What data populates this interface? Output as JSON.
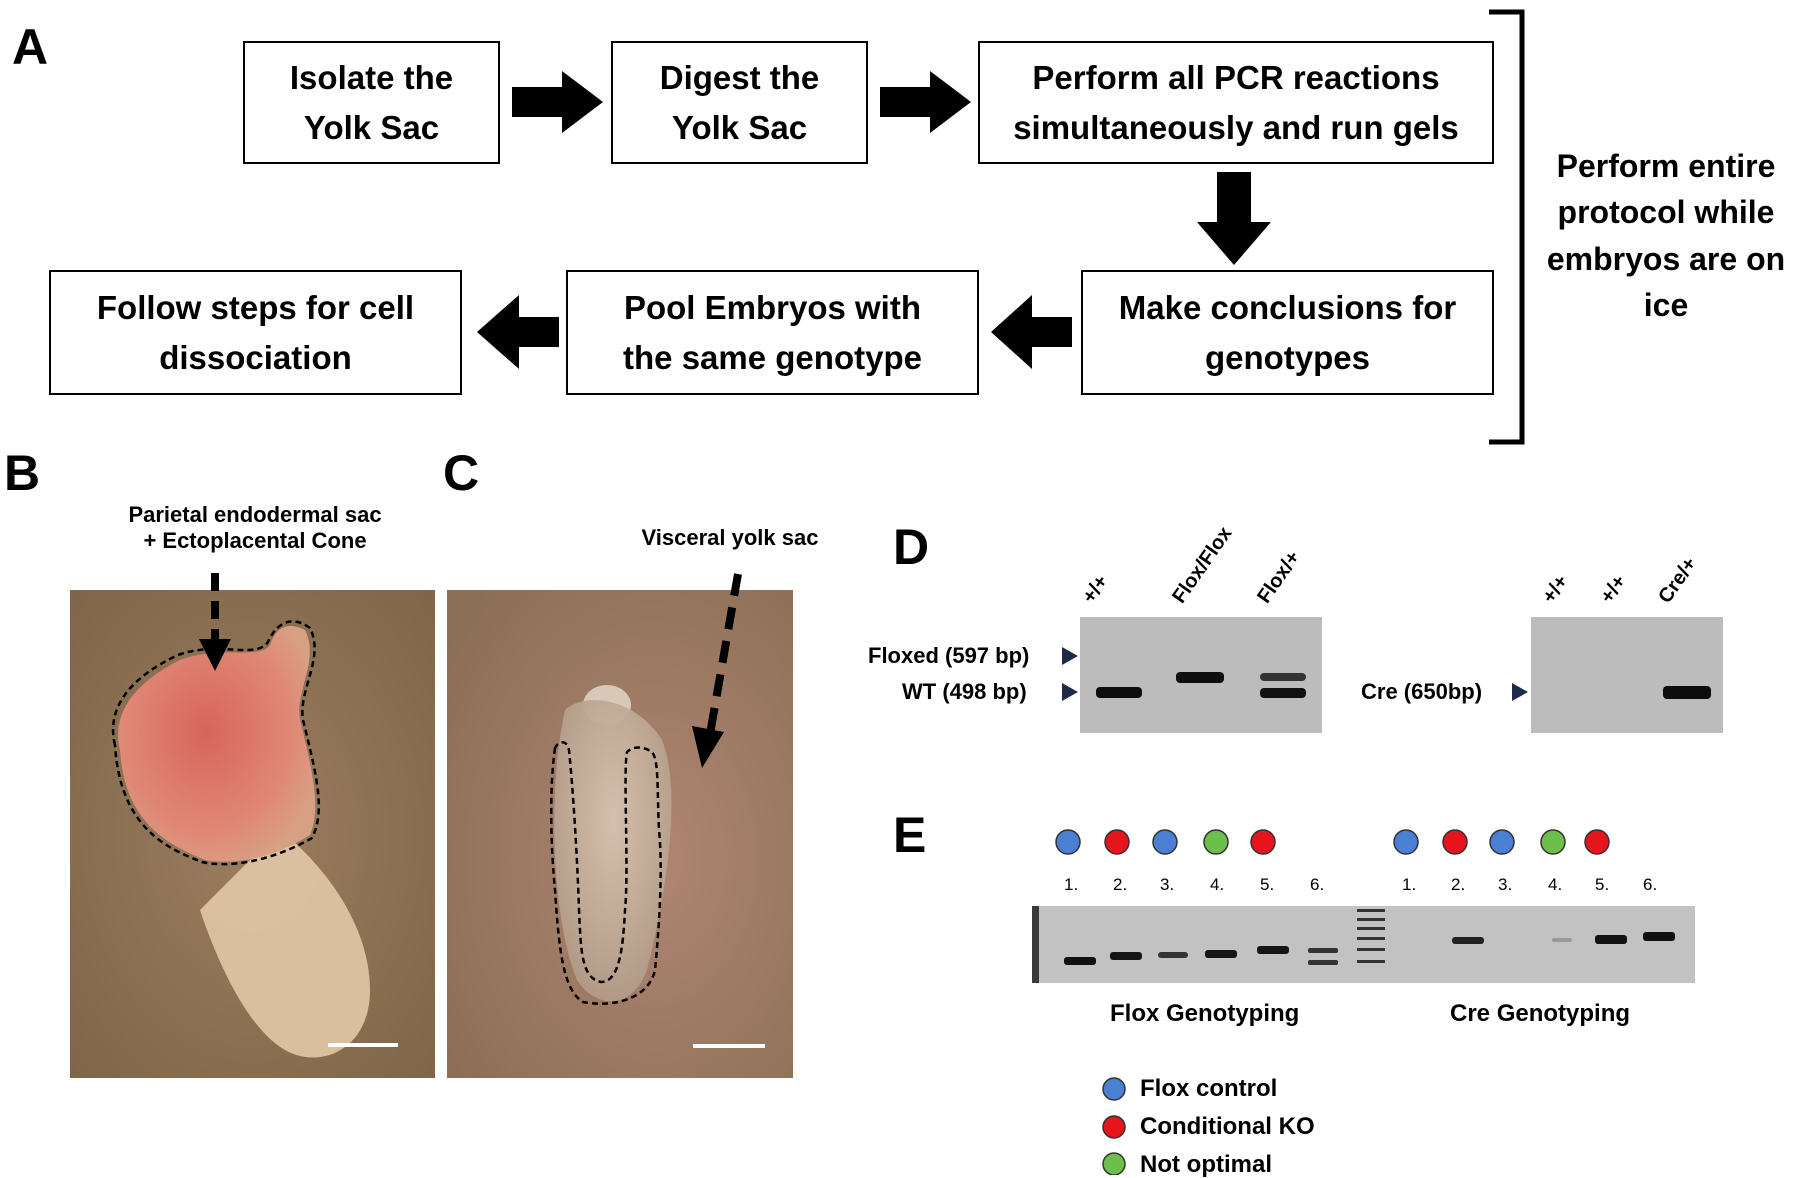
{
  "panels": {
    "a": "A",
    "b": "B",
    "c": "C",
    "d": "D",
    "e": "E"
  },
  "flowchart": {
    "steps": [
      {
        "line1": "Isolate the",
        "line2": "Yolk Sac"
      },
      {
        "line1": "Digest the",
        "line2": "Yolk Sac"
      },
      {
        "line1": "Perform all PCR reactions",
        "line2": "simultaneously and run gels"
      },
      {
        "line1": "Make conclusions for",
        "line2": "genotypes"
      },
      {
        "line1": "Pool Embryos with",
        "line2": "the same genotype"
      },
      {
        "line1": "Follow steps for cell",
        "line2": "dissociation"
      }
    ],
    "side_note": [
      "Perform entire",
      "protocol while",
      "embryos are on",
      "ice"
    ]
  },
  "panel_b": {
    "label_line1": "Parietal endodermal sac",
    "label_line2": "+ Ectoplacental Cone"
  },
  "panel_c": {
    "label": "Visceral yolk sac"
  },
  "panel_d": {
    "gel1_lanes": [
      "+/+",
      "Flox/Flox",
      "Flox/+"
    ],
    "gel1_band_labels": [
      "Floxed (597 bp)",
      "WT (498 bp)"
    ],
    "gel2_lanes": [
      "+/+",
      "+/+",
      "Cre/+"
    ],
    "gel2_band_label": "Cre (650bp)"
  },
  "panel_e": {
    "lane_numbers": [
      "1.",
      "2.",
      "3.",
      "4.",
      "5.",
      "6."
    ],
    "flox_dots": [
      "blue",
      "red",
      "blue",
      "green",
      "red"
    ],
    "cre_dots": [
      "blue",
      "red",
      "blue",
      "green",
      "red"
    ],
    "flox_caption": "Flox Genotyping",
    "cre_caption": "Cre Genotyping",
    "legend": [
      {
        "color": "blue",
        "label": "Flox control"
      },
      {
        "color": "red",
        "label": "Conditional KO"
      },
      {
        "color": "green",
        "label": "Not optimal"
      }
    ]
  },
  "colors": {
    "blue": "#4a7fd4",
    "red": "#e8141b",
    "green": "#6cbf4a",
    "arrow": "#000000",
    "navy_marker": "#1e2a4a"
  }
}
